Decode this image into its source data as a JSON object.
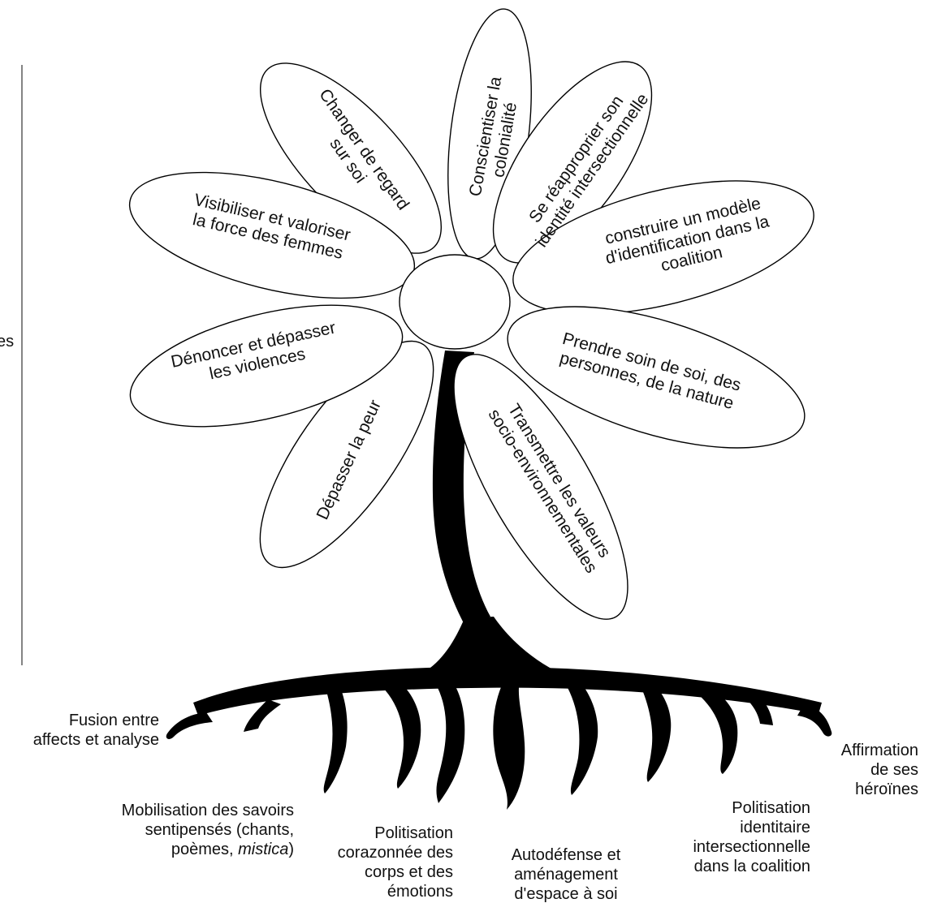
{
  "side_fragment": "es",
  "petals": [
    {
      "id": "changer-regard",
      "lines": [
        "Changer de regard",
        "sur soi"
      ]
    },
    {
      "id": "colonialite",
      "lines": [
        "Conscientiser la",
        "colonialité"
      ]
    },
    {
      "id": "identite",
      "lines": [
        "Se réapproprier son",
        "identité intersectionnelle"
      ]
    },
    {
      "id": "modele",
      "lines": [
        "construire un modèle",
        "d'identification dans la",
        "coalition"
      ]
    },
    {
      "id": "soin",
      "lines": [
        "Prendre soin de soi, des",
        "personnes, de la nature"
      ]
    },
    {
      "id": "valeurs",
      "lines": [
        "Transmettre les valeurs",
        "socio-environnementales"
      ]
    },
    {
      "id": "peur",
      "lines": [
        "Dépasser la peur"
      ]
    },
    {
      "id": "violences",
      "lines": [
        "Dénoncer et dépasser",
        "les violences"
      ]
    },
    {
      "id": "femmes",
      "lines": [
        "Visibiliser et valoriser",
        "la force des femmes"
      ]
    }
  ],
  "roots": [
    {
      "id": "fusion",
      "lines": [
        "Fusion entre",
        "affects et analyse"
      ]
    },
    {
      "id": "savoirs",
      "lines": [
        "Mobilisation des savoirs",
        "sentipensés (chants,",
        "poèmes, mistica)"
      ],
      "italic_word": "mistica"
    },
    {
      "id": "corps",
      "lines": [
        "Politisation",
        "corazonnée des",
        "corps et des",
        "émotions"
      ]
    },
    {
      "id": "autodefense",
      "lines": [
        "Autodéfense et",
        "aménagement",
        "d'espace à soi"
      ]
    },
    {
      "id": "politisation-identitaire",
      "lines": [
        "Politisation",
        "identitaire",
        "intersectionnelle",
        "dans la coalition"
      ]
    },
    {
      "id": "heroines",
      "lines": [
        "Affirmation",
        "de ses",
        "héroïnes"
      ]
    }
  ],
  "colors": {
    "ink": "#000000",
    "text": "#111111",
    "background": "#ffffff"
  }
}
